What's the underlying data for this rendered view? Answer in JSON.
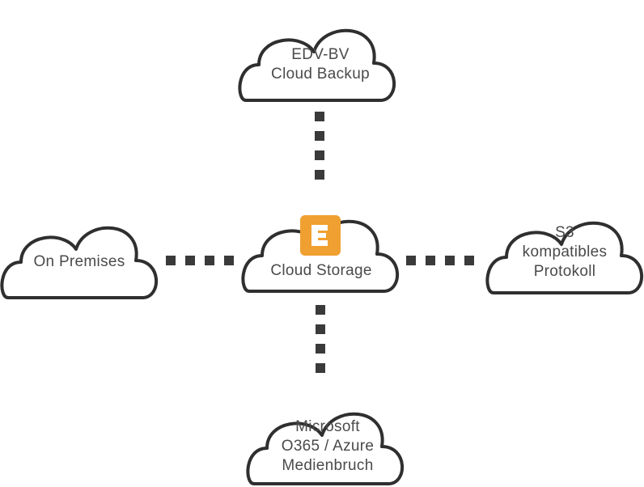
{
  "nodes": {
    "top": {
      "lines": [
        "EDV-BV",
        "Cloud Backup"
      ]
    },
    "left": {
      "lines": [
        "On Premises"
      ]
    },
    "center": {
      "lines": [
        "Cloud Storage"
      ],
      "logo_icon": "e-letter-icon",
      "logo_color": "#f0a030"
    },
    "right": {
      "lines": [
        "S3",
        "kompatibles",
        "Protokoll"
      ]
    },
    "bottom": {
      "lines": [
        "Microsoft",
        "O365 / Azure",
        "Medienbruch"
      ]
    }
  },
  "colors": {
    "cloud_stroke": "#2f2f2f",
    "connector": "#3a3a3a",
    "text": "#4a4a4a",
    "accent": "#f0a030"
  }
}
